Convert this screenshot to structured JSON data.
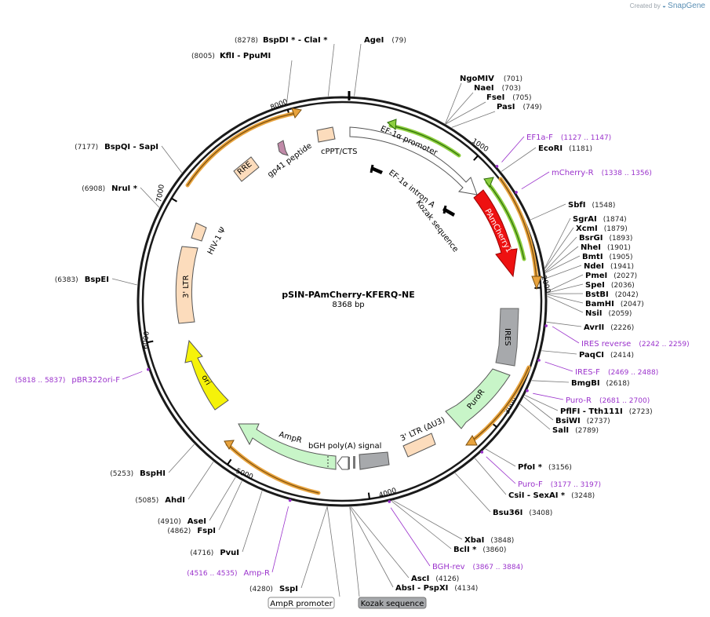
{
  "credit": {
    "prefix": "Created by",
    "brand": "SnapGene"
  },
  "plasmid": {
    "name": "pSIN-PAmCherry-KFERQ-NE",
    "size_label": "8368 bp",
    "length": 8368
  },
  "ticks": [
    {
      "bp": 1000,
      "label": "1000"
    },
    {
      "bp": 2000,
      "label": "2000"
    },
    {
      "bp": 3000,
      "label": "3000"
    },
    {
      "bp": 4000,
      "label": "4000"
    },
    {
      "bp": 5000,
      "label": "5000"
    },
    {
      "bp": 6000,
      "label": "6000"
    },
    {
      "bp": 7000,
      "label": "7000"
    },
    {
      "bp": 8000,
      "label": "8000"
    }
  ],
  "sites_top": [
    {
      "name": "BspDI * - ClaI *",
      "pos": "(8278)"
    },
    {
      "name": "AgeI",
      "pos": "(79)"
    },
    {
      "name": "KflI - PpuMI",
      "pos": "(8005)"
    },
    {
      "name": "NgoMIV",
      "pos": "(701)"
    },
    {
      "name": "NaeI",
      "pos": "(703)"
    },
    {
      "name": "FseI",
      "pos": "(705)"
    },
    {
      "name": "PasI",
      "pos": "(749)"
    }
  ],
  "sites_right": [
    {
      "name": "EcoRI",
      "pos": "(1181)"
    },
    {
      "name": "SbfI",
      "pos": "(1548)"
    },
    {
      "name": "SgrAI",
      "pos": "(1874)"
    },
    {
      "name": "XcmI",
      "pos": "(1879)"
    },
    {
      "name": "BsrGI",
      "pos": "(1893)"
    },
    {
      "name": "NheI",
      "pos": "(1901)"
    },
    {
      "name": "BmtI",
      "pos": "(1905)"
    },
    {
      "name": "NdeI",
      "pos": "(1941)"
    },
    {
      "name": "PmeI",
      "pos": "(2027)"
    },
    {
      "name": "SpeI",
      "pos": "(2036)"
    },
    {
      "name": "BstBI",
      "pos": "(2042)"
    },
    {
      "name": "BamHI",
      "pos": "(2047)"
    },
    {
      "name": "NsiI",
      "pos": "(2059)"
    },
    {
      "name": "AvrII",
      "pos": "(2226)"
    },
    {
      "name": "PaqCI",
      "pos": "(2414)"
    },
    {
      "name": "BmgBI",
      "pos": "(2618)"
    },
    {
      "name": "PflFI - Tth111I",
      "pos": "(2723)"
    },
    {
      "name": "BsiWI",
      "pos": "(2737)"
    },
    {
      "name": "SalI",
      "pos": "(2789)"
    },
    {
      "name": "PfoI *",
      "pos": "(3156)"
    },
    {
      "name": "CsiI - SexAI *",
      "pos": "(3248)"
    },
    {
      "name": "Bsu36I",
      "pos": "(3408)"
    },
    {
      "name": "XbaI",
      "pos": "(3848)"
    },
    {
      "name": "BclI *",
      "pos": "(3860)"
    },
    {
      "name": "AscI",
      "pos": "(4126)"
    },
    {
      "name": "AbsI - PspXI",
      "pos": "(4134)"
    }
  ],
  "sites_left": [
    {
      "name": "BspQI - SapI",
      "pos": "(7177)"
    },
    {
      "name": "NruI *",
      "pos": "(6908)"
    },
    {
      "name": "BspEI",
      "pos": "(6383)"
    },
    {
      "name": "BspHI",
      "pos": "(5253)"
    },
    {
      "name": "AhdI",
      "pos": "(5085)"
    },
    {
      "name": "AseI",
      "pos": "(4910)"
    },
    {
      "name": "FspI",
      "pos": "(4862)"
    },
    {
      "name": "PvuI",
      "pos": "(4716)"
    },
    {
      "name": "SspI",
      "pos": "(4280)"
    }
  ],
  "primers": [
    {
      "name": "EF1a-F",
      "pos": "(1127 .. 1147)"
    },
    {
      "name": "mCherry-R",
      "pos": "(1338 .. 1356)"
    },
    {
      "name": "IRES reverse",
      "pos": "(2242 .. 2259)"
    },
    {
      "name": "IRES-F",
      "pos": "(2469 .. 2488)"
    },
    {
      "name": "Puro-R",
      "pos": "(2681 .. 2700)"
    },
    {
      "name": "Puro-F",
      "pos": "(3177 .. 3197)"
    },
    {
      "name": "BGH-rev",
      "pos": "(3867 .. 3884)"
    },
    {
      "name": "Amp-R",
      "pos": "(4516 .. 4535)"
    },
    {
      "name": "pBR322ori-F",
      "pos": "(5818 .. 5837)"
    }
  ],
  "features": [
    {
      "label": "EF-1α promoter"
    },
    {
      "label": "EF-1α intron A"
    },
    {
      "label": "Kozak sequence"
    },
    {
      "label": "PAmCherry1"
    },
    {
      "label": "IRES"
    },
    {
      "label": "PuroR"
    },
    {
      "label": "3' LTR (ΔU3)"
    },
    {
      "label": "bGH poly(A) signal"
    },
    {
      "label": "AmpR"
    },
    {
      "label": "ori"
    },
    {
      "label": "3' LTR"
    },
    {
      "label": "HIV-1 Ψ"
    },
    {
      "label": "RRE"
    },
    {
      "label": "gp41 peptide"
    },
    {
      "label": "cPPT/CTS"
    }
  ],
  "legend": {
    "ampr_promoter": "AmpR promoter",
    "kozak": "Kozak sequence"
  },
  "colors": {
    "backbone": "#1a1a1a",
    "orange_arc": "#e8a33d",
    "green_arc": "#8dcf3f",
    "red_feature": "#ee1111",
    "yellow_feature": "#f5f20a",
    "ltr": "#fcdcbc",
    "pale_green": "#c8f5c8",
    "gray_feature": "#a7a9ac",
    "primer": "#9b33cc",
    "gp41": "#c08aa8"
  }
}
